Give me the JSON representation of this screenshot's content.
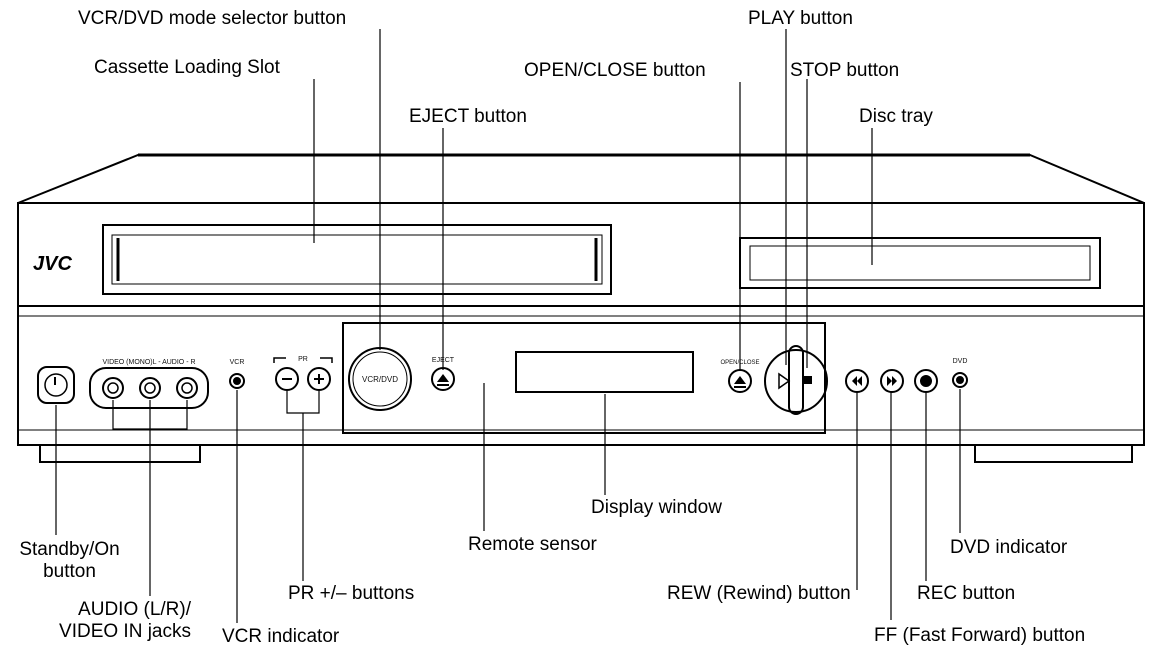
{
  "device": {
    "brand": "JVC",
    "panel_labels": {
      "video_audio": "VIDEO (MONO)L - AUDIO - R",
      "vcr": "VCR",
      "pr": "PR",
      "vcr_dvd": "VCR/DVD",
      "eject": "EJECT",
      "open_close": "OPEN/CLOSE",
      "dvd": "DVD"
    }
  },
  "callouts": {
    "vcr_dvd_selector": "VCR/DVD mode selector button",
    "cassette_slot": "Cassette Loading Slot",
    "eject": "EJECT button",
    "open_close": "OPEN/CLOSE button",
    "play": "PLAY button",
    "stop": "STOP button",
    "disc_tray": "Disc tray",
    "display_window": "Display window",
    "remote_sensor": "Remote sensor",
    "standby_line1": "Standby/On",
    "standby_line2": "button",
    "av_jacks_line1": "AUDIO (L/R)/",
    "av_jacks_line2": "VIDEO IN jacks",
    "vcr_indicator": "VCR indicator",
    "pr_buttons": "PR +/– buttons",
    "rew": "REW (Rewind) button",
    "rec": "REC button",
    "ff": "FF (Fast Forward) button",
    "dvd_indicator": "DVD indicator"
  }
}
